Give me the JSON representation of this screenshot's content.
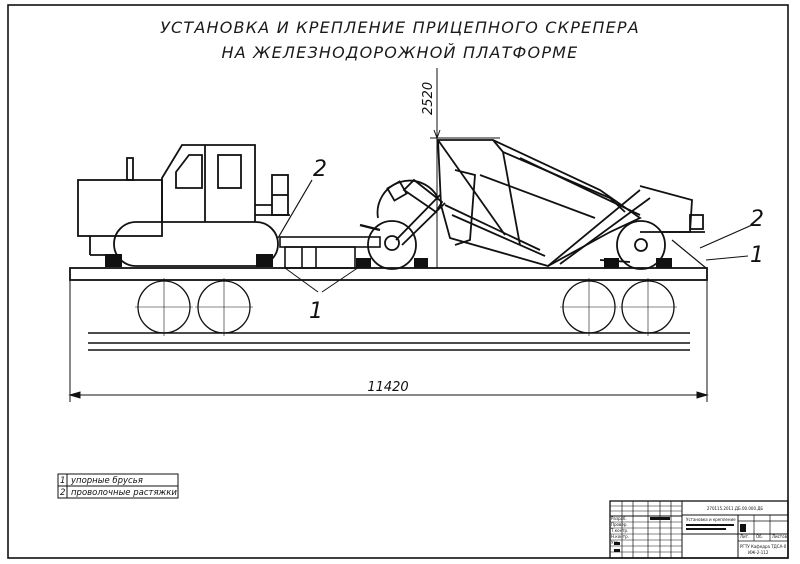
{
  "title": {
    "line1": "УСТАНОВКА И КРЕПЛЕНИЕ ПРИЦЕПНОГО СКРЕПЕРА",
    "line2": "НА ЖЕЛЕЗНОДОРОЖНОЙ ПЛАТФОРМЕ"
  },
  "dimensions": {
    "height": "2520",
    "length": "11420"
  },
  "callouts": {
    "stop_bars": "1",
    "wire_ties": "2"
  },
  "legend": [
    {
      "num": "1",
      "text": "упорные брусья"
    },
    {
      "num": "2",
      "text": "проволочные растяжки"
    }
  ],
  "title_block": {
    "code": "270115.2011.ДБ.00.000.ДБ",
    "sheet_name": "Установка и крепление",
    "col_headers": [
      "Лит.",
      "Об.",
      "Листов"
    ],
    "org_line1": "РГТУ Кафедра ТДСА-0",
    "org_line2": "ИЖ-2-112",
    "roles": [
      "Разраб.",
      "Провер.",
      "Т.контр.",
      "Н.контр.",
      "Утв."
    ]
  }
}
